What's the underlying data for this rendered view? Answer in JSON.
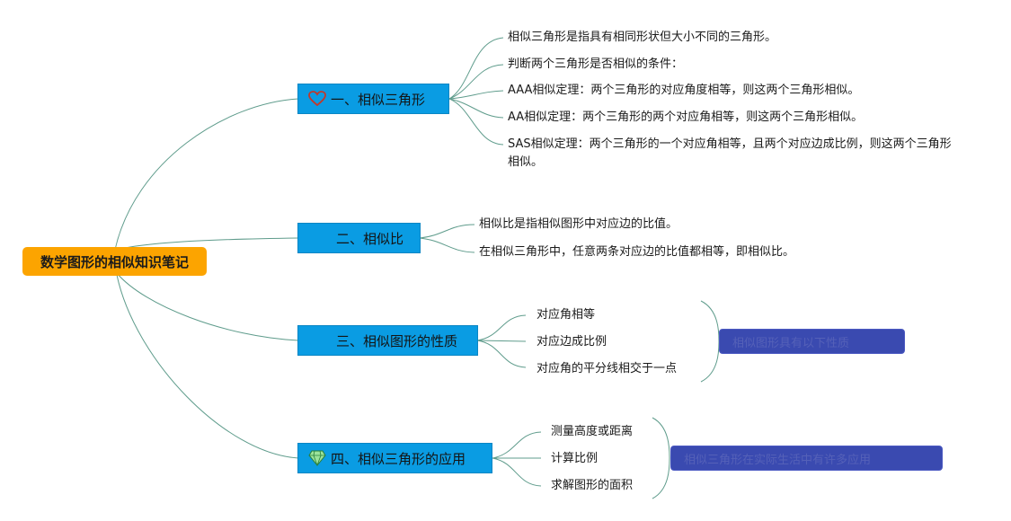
{
  "root": {
    "title": "数学图形的相似知识笔记"
  },
  "topics": [
    {
      "label": "一、相似三角形",
      "icon": "heart-icon",
      "items": [
        "相似三角形是指具有相同形状但大小不同的三角形。",
        "判断两个三角形是否相似的条件：",
        "AAA相似定理：两个三角形的对应角度相等，则这两个三角形相似。",
        "AA相似定理：两个三角形的两个对应角相等，则这两个三角形相似。",
        "SAS相似定理：两个三角形的一个对应角相等，且两个对应边成比例，则这两个三角形相似。"
      ]
    },
    {
      "label": "二、相似比",
      "icon": "",
      "items": [
        "相似比是指相似图形中对应边的比值。",
        "在相似三角形中，任意两条对应边的比值都相等，即相似比。"
      ]
    },
    {
      "label": "三、相似图形的性质",
      "icon": "",
      "items": [
        "对应角相等",
        "对应边成比例",
        "对应角的平分线相交于一点"
      ],
      "summary": "相似图形具有以下性质"
    },
    {
      "label": "四、相似三角形的应用",
      "icon": "diamond-icon",
      "items": [
        "测量高度或距离",
        "计算比例",
        "求解图形的面积"
      ],
      "summary": "相似三角形在实际生活中有许多应用"
    }
  ],
  "colors": {
    "root": "#fca400",
    "topic": "#0a9ce3",
    "line": "#5f9c8c",
    "summary": "#3a4ab0"
  }
}
